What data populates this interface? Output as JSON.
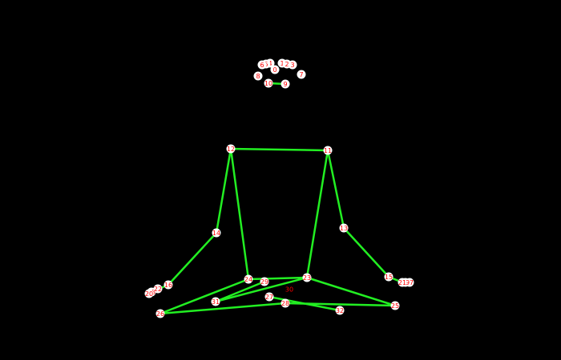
{
  "figure": {
    "background": "#000000",
    "edge_color": "#22ee22",
    "node_fill": "#ffffff",
    "label_color": "#ff0000"
  },
  "keypoints": [
    {
      "id": "0",
      "label": "0"
    },
    {
      "id": "1",
      "label": "1"
    },
    {
      "id": "2",
      "label": "2"
    },
    {
      "id": "3",
      "label": "3"
    },
    {
      "id": "4",
      "label": "4"
    },
    {
      "id": "5",
      "label": "5"
    },
    {
      "id": "6",
      "label": "6"
    },
    {
      "id": "7",
      "label": "7"
    },
    {
      "id": "8",
      "label": "8"
    },
    {
      "id": "9",
      "label": "9"
    },
    {
      "id": "10",
      "label": "10"
    },
    {
      "id": "11",
      "label": "11"
    },
    {
      "id": "12",
      "label": "12"
    },
    {
      "id": "13",
      "label": "13"
    },
    {
      "id": "14",
      "label": "14"
    },
    {
      "id": "15",
      "label": "15"
    },
    {
      "id": "16",
      "label": "16"
    },
    {
      "id": "17",
      "label": "17"
    },
    {
      "id": "18",
      "label": "18"
    },
    {
      "id": "19",
      "label": "19"
    },
    {
      "id": "20",
      "label": "20"
    },
    {
      "id": "21",
      "label": "21"
    },
    {
      "id": "22",
      "label": "22"
    },
    {
      "id": "23",
      "label": "23"
    },
    {
      "id": "24",
      "label": "24"
    },
    {
      "id": "25",
      "label": "25"
    },
    {
      "id": "26",
      "label": "26"
    },
    {
      "id": "27",
      "label": "27"
    },
    {
      "id": "28",
      "label": "28"
    },
    {
      "id": "29",
      "label": "29"
    },
    {
      "id": "31",
      "label": "31"
    },
    {
      "id": "32",
      "label": "32"
    }
  ],
  "stray_labels": [
    {
      "id": "30",
      "label": "30"
    }
  ],
  "edges": [
    [
      "9",
      "10"
    ],
    [
      "12",
      "11"
    ],
    [
      "12",
      "14"
    ],
    [
      "14",
      "16"
    ],
    [
      "12",
      "24"
    ],
    [
      "11",
      "13"
    ],
    [
      "13",
      "15"
    ],
    [
      "11",
      "23"
    ],
    [
      "24",
      "23"
    ],
    [
      "24",
      "26"
    ],
    [
      "26",
      "28"
    ],
    [
      "28",
      "25"
    ],
    [
      "23",
      "25"
    ],
    [
      "23",
      "31"
    ],
    [
      "27",
      "32"
    ],
    [
      "29",
      "31"
    ],
    [
      "15",
      "21"
    ],
    [
      "16",
      "18"
    ]
  ]
}
